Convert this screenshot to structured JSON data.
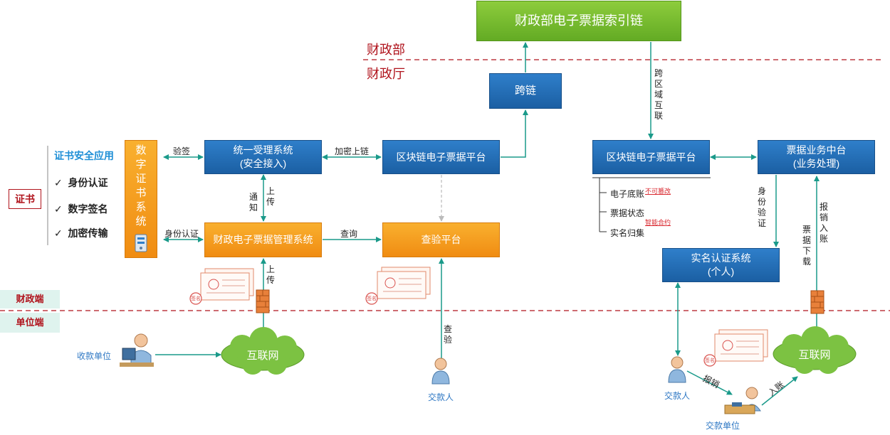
{
  "levels": {
    "ministry": "财政部",
    "department": "财政厅"
  },
  "boxes": {
    "index_chain": "财政部电子票据索引链",
    "cross_chain": "跨链",
    "cert_system": "数字证书系统",
    "unified_l1": "统一受理系统",
    "unified_l2": "(安全接入)",
    "blockchain_left": "区块链电子票据平台",
    "mgmt_system": "财政电子票据管理系统",
    "verify_platform": "查验平台",
    "blockchain_right": "区块链电子票据平台",
    "biz_center_l1": "票据业务中台",
    "biz_center_l2": "(业务处理)",
    "realname_l1": "实名认证系统",
    "realname_l2": "(个人)"
  },
  "cert_panel": {
    "title": "证书安全应用",
    "items": [
      "身份认证",
      "数字签名",
      "加密传输"
    ],
    "tag": "证书"
  },
  "arrow_labels": {
    "verify_sign": "验签",
    "encrypt_upload": "加密上链",
    "identity_auth": "身份认证",
    "query": "查询",
    "notify": "通知",
    "upload_a": "上传",
    "upload_b": "上传",
    "check": "查验",
    "cross_region": "跨区域互联",
    "identity_verify": "身份验证",
    "reimburse_entry": "报销入账",
    "bill_download": "票据下载",
    "reimburse": "报销",
    "entry": "入账"
  },
  "ledger": {
    "items": [
      "电子底账",
      "票据状态",
      "实名归集"
    ],
    "note_a": "不可篡改",
    "note_b": "智能合约"
  },
  "sides": {
    "finance": "财政端",
    "unit": "单位端"
  },
  "internet": {
    "left": "互联网",
    "right": "互联网"
  },
  "actors": {
    "collector": "收款单位",
    "payer_mid": "交款人",
    "payer_right": "交款人",
    "pay_unit": "交款单位"
  },
  "stamp": "签名",
  "colors": {
    "blue": "#1f68b0",
    "orange": "#f5a020",
    "green": "#74b92e",
    "dash": "#b0131c",
    "arrow": "#1a9a8a"
  }
}
